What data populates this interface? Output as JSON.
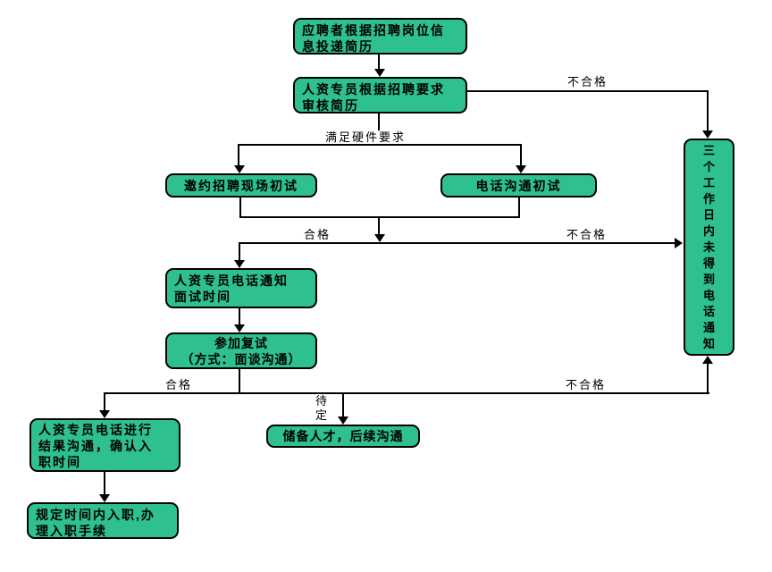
{
  "colors": {
    "node_fill": "#2ec08d",
    "node_border": "#000000",
    "connector": "#000000",
    "text": "#000000",
    "background": "#ffffff"
  },
  "flowchart": {
    "nodes": {
      "submit_resume": {
        "lines": [
          "应聘者根据招聘岗位信",
          "息投递简历"
        ]
      },
      "review_resume": {
        "lines": [
          "人资专员根据招聘要求",
          "审核简历"
        ]
      },
      "onsite_interview": {
        "lines": [
          "邀约招聘现场初试"
        ]
      },
      "phone_interview": {
        "lines": [
          "电话沟通初试"
        ]
      },
      "notify_interview_time": {
        "lines": [
          "人资专员电话通知",
          "面试时间"
        ]
      },
      "second_interview": {
        "lines": [
          "参加复试",
          "（方式：面谈沟通）"
        ]
      },
      "reserve_talent": {
        "lines": [
          "储备人才，后续沟通"
        ]
      },
      "result_communication": {
        "lines": [
          "人资专员电话进行",
          "结果沟通，确认入",
          "职时间"
        ]
      },
      "onboarding": {
        "lines": [
          "规定时间内入职,办",
          "理入职手续"
        ]
      },
      "no_phone_notice": {
        "text": "三个工作日内未得到电话通知"
      }
    },
    "edge_labels": {
      "resume_fail": "不合格",
      "meets_hardware": "满足硬件要求",
      "initial_pass": "合格",
      "initial_fail": "不合格",
      "final_pass": "合格",
      "final_fail": "不合格",
      "pending": "待定"
    }
  }
}
